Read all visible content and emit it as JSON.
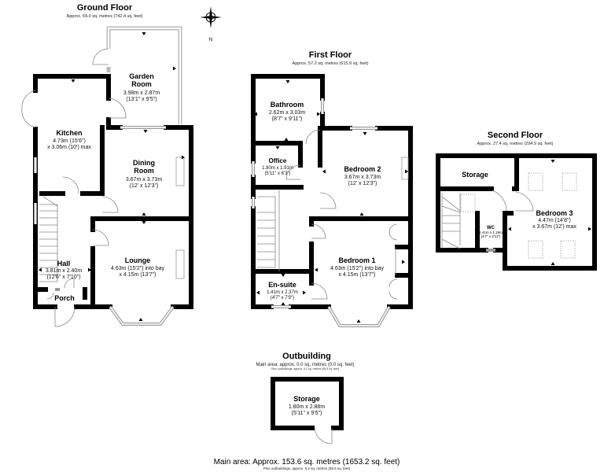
{
  "ground_floor": {
    "title": "Ground Floor",
    "area": "Approx. 69.0 sq. metres (742.4 sq. feet)",
    "rooms": {
      "garden_room": {
        "name1": "Garden",
        "name2": "Room",
        "dims": "3.98m x 2.87m",
        "imperial": "(13'1\" x 9'5\")"
      },
      "kitchen": {
        "name": "Kitchen",
        "dims": "4.73m (15'6\")",
        "imperial": "x 3.06m (10') max"
      },
      "dining": {
        "name1": "Dining",
        "name2": "Room",
        "dims": "3.67m x 3.73m",
        "imperial": "(12' x 12'3\")"
      },
      "hall": {
        "name": "Hall",
        "dims": "3.81m x 2.40m",
        "imperial": "(12'6\" x 7'10\")"
      },
      "porch": {
        "name": "Porch"
      },
      "lounge": {
        "name": "Lounge",
        "dims": "4.63m (15'2\") into bay",
        "imperial": "x 4.15m (13'7\")"
      }
    }
  },
  "compass": {
    "label": "N"
  },
  "first_floor": {
    "title": "First Floor",
    "area": "Approx. 57.2 sq. metres (615.9 sq. feet)",
    "rooms": {
      "bathroom": {
        "name": "Bathroom",
        "dims": "2.62m x 3.03m",
        "imperial": "(8'7\" x 9'11\")"
      },
      "office": {
        "name": "Office",
        "dims": "1.80m x 1.91m",
        "imperial": "(5'11\" x 6'3\")"
      },
      "bedroom2": {
        "name": "Bedroom 2",
        "dims": "3.67m x 3.73m",
        "imperial": "(12' x 12'3\")"
      },
      "bedroom1": {
        "name": "Bedroom 1",
        "dims": "4.63m (15'2\") into bay",
        "imperial": "x 4.15m (13'7\")"
      },
      "ensuite": {
        "name": "En-suite",
        "dims": "1.41m x 2.37m",
        "imperial": "(4'7\" x 7'9\")"
      }
    }
  },
  "second_floor": {
    "title": "Second Floor",
    "area": "Approx. 27.4 sq. metres (294.9 sq. feet)",
    "rooms": {
      "storage": {
        "name": "Storage"
      },
      "wc": {
        "name": "WC",
        "dims": "1.41m x 1.19m",
        "imperial": "(4'7\" x 3'11\")"
      },
      "bedroom3": {
        "name": "Bedroom 3",
        "dims": "4.47m (14'8\")",
        "imperial": "x 3.67m (12') max"
      }
    }
  },
  "outbuilding": {
    "title": "Outbuilding",
    "area": "Main area: approx. 0.0 sq. metres (0.0 sq. feet)",
    "plus": "Plus outbuildings, approx. 5.2 sq. metres (55.8 sq. feet)",
    "rooms": {
      "storage": {
        "name": "Storage",
        "dims": "1.80m x 2.88m",
        "imperial": "(5'11\" x 9'5\")"
      }
    }
  },
  "totals": {
    "main": "Main area: Approx. 153.6 sq. metres (1653.2 sq. feet)",
    "plus": "Plus outbuildings, approx. 5.2 sq. metres (55.8 sq. feet)"
  }
}
